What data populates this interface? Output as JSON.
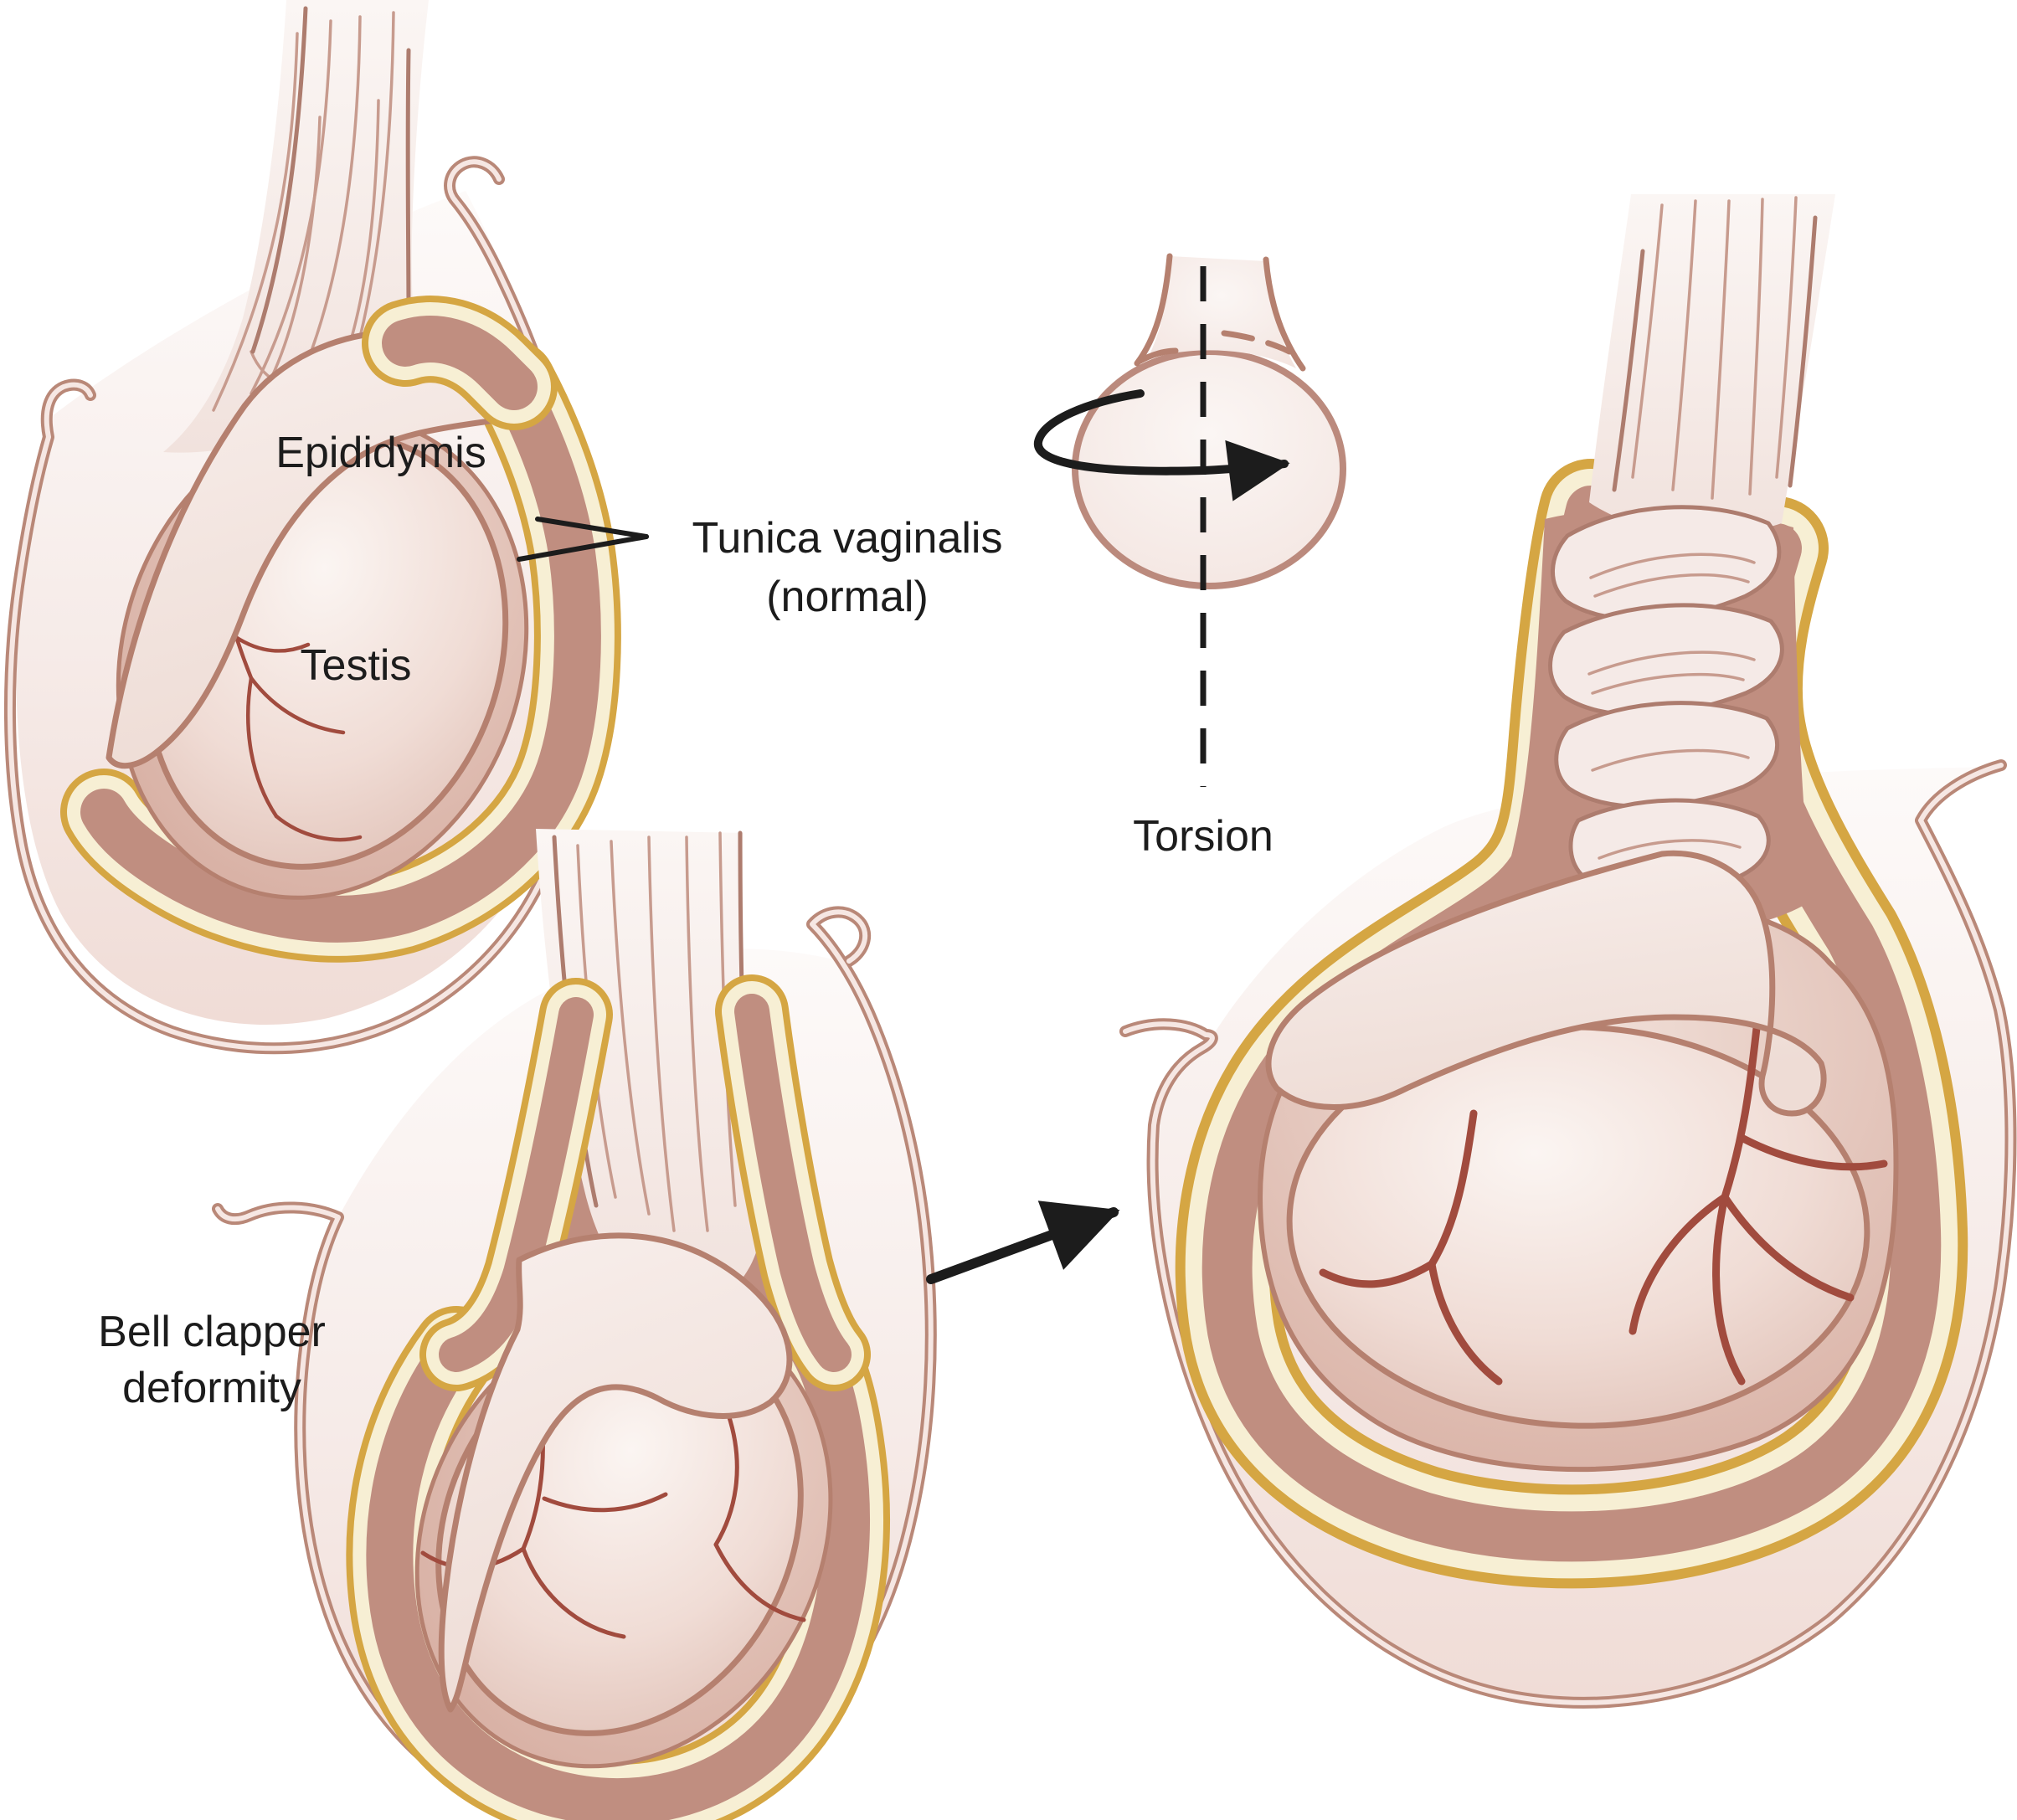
{
  "labels": {
    "epididymis": "Epididymis",
    "testis": "Testis",
    "tunica_vaginalis_line1": "Tunica vaginalis",
    "tunica_vaginalis_line2": "(normal)",
    "torsion": "Torsion",
    "bell_clapper_line1": "Bell clapper",
    "bell_clapper_line2": "deformity"
  },
  "colors": {
    "rose": "#b5806f",
    "wall": "#b98878",
    "mauve": "#c08e80",
    "cream": "#f7efd4",
    "yellow": "#d5a643",
    "vein": "#a14b3e",
    "ink": "#1c1c1c",
    "fiber": "#c79b8e",
    "lobe-line": "#ad7c6e",
    "skin": "#f6ebe8",
    "dusty": "#d9b2a7"
  }
}
